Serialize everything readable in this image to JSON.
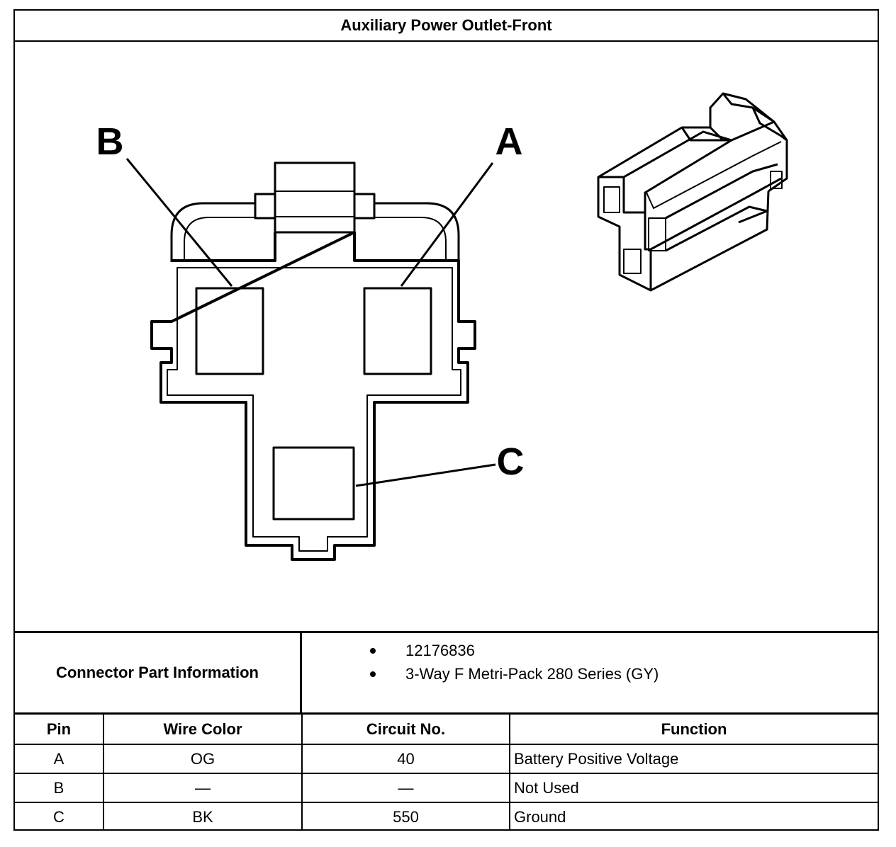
{
  "title": "Auxiliary Power Outlet-Front",
  "diagram": {
    "pin_labels": {
      "a": "A",
      "b": "B",
      "c": "C"
    }
  },
  "connector_info": {
    "label": "Connector Part Information",
    "items": [
      "12176836",
      "3-Way F Metri-Pack 280 Series (GY)"
    ]
  },
  "pin_table": {
    "headers": {
      "pin": "Pin",
      "wire_color": "Wire Color",
      "circuit_no": "Circuit No.",
      "function": "Function"
    },
    "rows": [
      {
        "pin": "A",
        "wire_color": "OG",
        "circuit_no": "40",
        "function": "Battery Positive Voltage"
      },
      {
        "pin": "B",
        "wire_color": "—",
        "circuit_no": "—",
        "function": "Not Used"
      },
      {
        "pin": "C",
        "wire_color": "BK",
        "circuit_no": "550",
        "function": "Ground"
      }
    ]
  }
}
